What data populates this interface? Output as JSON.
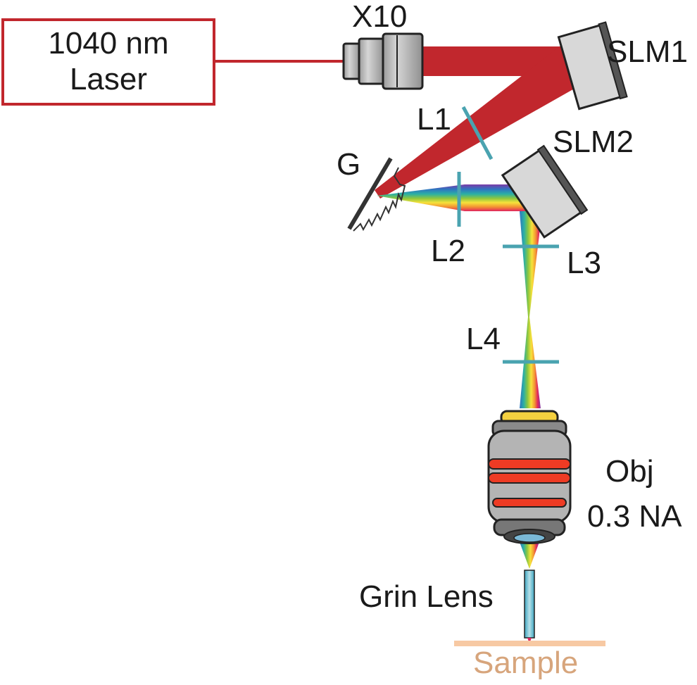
{
  "laser": {
    "line1": "1040 nm",
    "line2": "Laser",
    "border_color": "#c1272d"
  },
  "labels": {
    "expander": "X10",
    "slm1": "SLM1",
    "slm2": "SLM2",
    "l1": "L1",
    "grating": "G",
    "l2": "L2",
    "l3": "L3",
    "l4": "L4",
    "objective_name": "Obj",
    "objective_na": "0.3 NA",
    "grin": "Grin Lens",
    "sample": "Sample"
  },
  "colors": {
    "beam_red": "#c1272d",
    "lens_teal": "#4aa3b0",
    "sample_tan": "#f7c9a3",
    "sample_text": "#d7a57c",
    "objective_band": "#ee3b24",
    "objective_top": "#f4d03f"
  }
}
